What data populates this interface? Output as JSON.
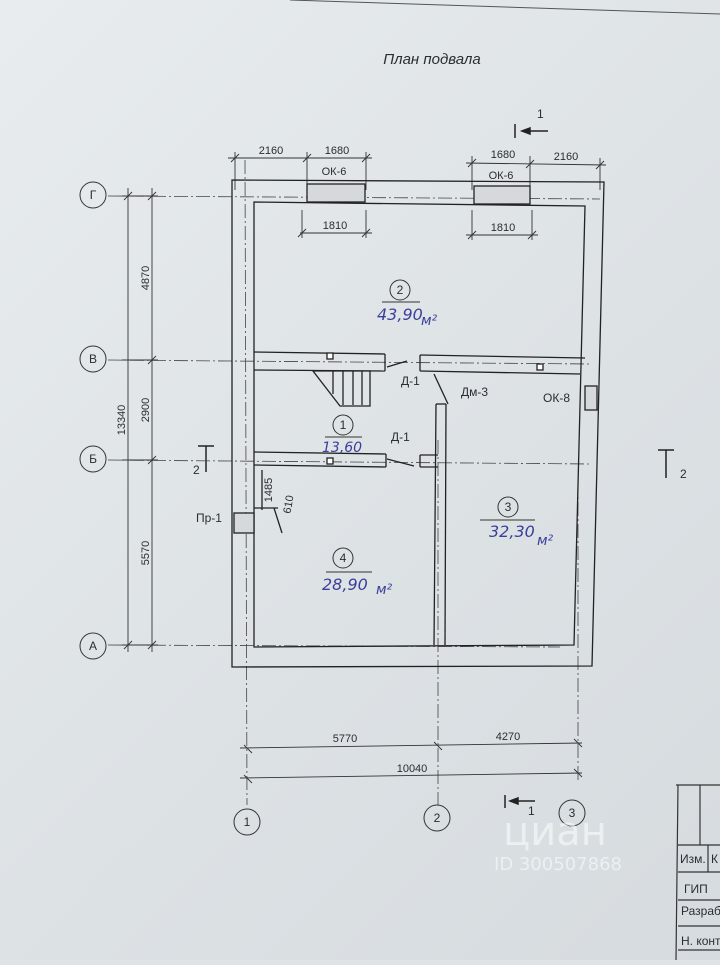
{
  "title": "План подвала",
  "section_marks": {
    "cut1": "1",
    "cut2": "2"
  },
  "axes": {
    "rows": [
      "Г",
      "В",
      "Б",
      "А"
    ],
    "cols": [
      "1",
      "2",
      "3"
    ]
  },
  "dimensions": {
    "top_left": "2160",
    "top_left_window": "1680",
    "top_right_window": "1680",
    "top_right": "2160",
    "window_inner_left": "1810",
    "window_inner_right": "1810",
    "vertical_overall": "13340",
    "vertical_g_v": "4870",
    "vertical_v_b": "2900",
    "vertical_b_a": "5570",
    "bottom_left": "5770",
    "bottom_right": "4270",
    "bottom_overall": "10040",
    "stub_h": "1485",
    "stub_w": "610"
  },
  "labels": {
    "ok6_left": "ОК-6",
    "ok6_right": "ОК-6",
    "ok8": "ОК-8",
    "d1_top": "Д-1",
    "d1_bottom": "Д-1",
    "dm3": "Дм-3",
    "pr1": "Пр-1"
  },
  "rooms": [
    {
      "num": "2",
      "area": "43,90",
      "unit": "м²"
    },
    {
      "num": "1",
      "area": "13,60",
      "unit": ""
    },
    {
      "num": "3",
      "area": "32,30",
      "unit": "м²"
    },
    {
      "num": "4",
      "area": "28,90",
      "unit": "м²"
    }
  ],
  "stamp": {
    "row1": "Изм.",
    "row1b": "К",
    "row2": "ГИП",
    "row3": "Разраб",
    "row4": "Н. конт"
  },
  "watermark": {
    "brand": "циан",
    "id": "ID 300507868"
  },
  "colors": {
    "ink": "#2a2d33",
    "handwriting": "#3b3f9a"
  }
}
